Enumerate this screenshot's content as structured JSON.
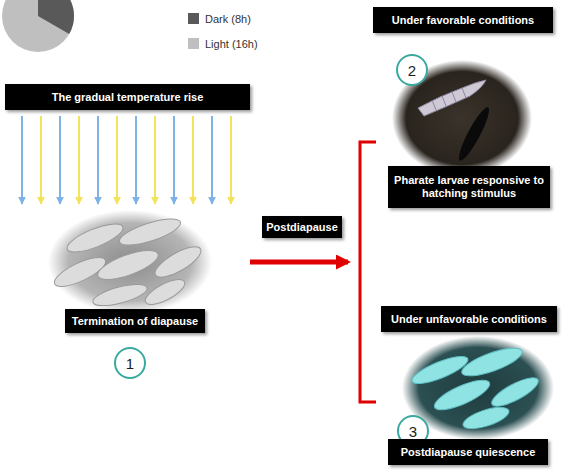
{
  "diagram": {
    "nodes": [
      {
        "text": [
          "The gradual temperature rise"
        ]
      },
      {
        "text": [
          "Termination of diapause"
        ]
      },
      {
        "text": [
          "1"
        ]
      },
      {
        "text": [
          "Postdiapause"
        ]
      },
      {
        "text": [
          "Under favorable conditions"
        ]
      },
      {
        "text": [
          "2"
        ]
      },
      {
        "text": [
          "Pharate larvae responsive to hatching stimulus"
        ]
      },
      {
        "text": [
          "Under unfavorable conditions"
        ]
      },
      {
        "text": [
          "3"
        ]
      },
      {
        "text": [
          "Postdiapause quiescence"
        ]
      }
    ],
    "legend": [
      {
        "text": "Dark (8h)",
        "color": "#595959"
      },
      {
        "text": "Light (16h)",
        "color": "#bfbfbf"
      }
    ]
  }
}
